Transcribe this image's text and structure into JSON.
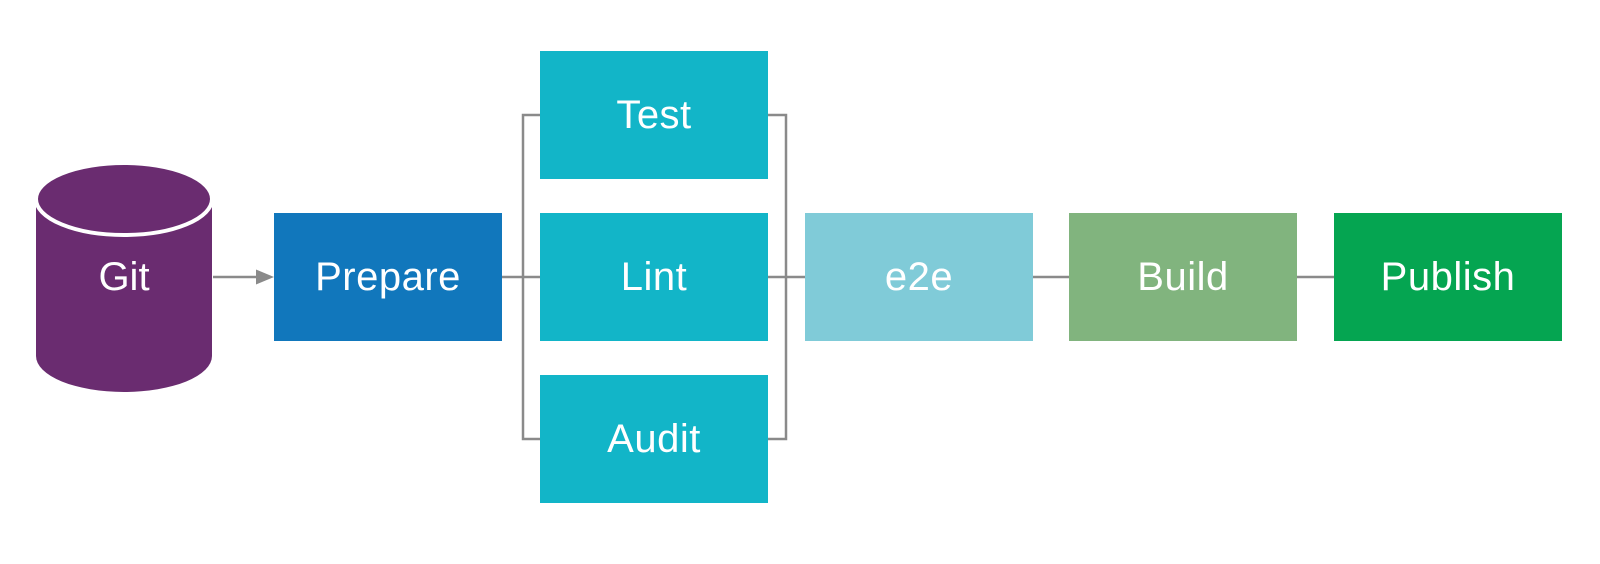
{
  "diagram": {
    "colors": {
      "background": "#ffffff",
      "line": "#8a8a8a",
      "label": "#ffffff",
      "cylinder_rim": "#ffffff"
    },
    "nodes": {
      "git": {
        "label": "Git",
        "color": "#6a2c70",
        "shape": "cylinder"
      },
      "prepare": {
        "label": "Prepare",
        "color": "#1177bc",
        "shape": "rect"
      },
      "test": {
        "label": "Test",
        "color": "#12b5c8",
        "shape": "rect"
      },
      "lint": {
        "label": "Lint",
        "color": "#12b5c8",
        "shape": "rect"
      },
      "audit": {
        "label": "Audit",
        "color": "#12b5c8",
        "shape": "rect"
      },
      "e2e": {
        "label": "e2e",
        "color": "#80cbd8",
        "shape": "rect"
      },
      "build": {
        "label": "Build",
        "color": "#81b47e",
        "shape": "rect"
      },
      "publish": {
        "label": "Publish",
        "color": "#05a551",
        "shape": "rect"
      }
    },
    "edges": [
      {
        "from": "Git",
        "to": "Prepare",
        "arrowhead": true
      },
      {
        "from": "Prepare",
        "to": "Test / Lint / Audit",
        "arrowhead": false,
        "type": "parallel-split"
      },
      {
        "from": "Test / Lint / Audit",
        "to": "e2e",
        "arrowhead": false,
        "type": "parallel-join"
      },
      {
        "from": "e2e",
        "to": "Build",
        "arrowhead": false
      },
      {
        "from": "Build",
        "to": "Publish",
        "arrowhead": false
      }
    ]
  }
}
